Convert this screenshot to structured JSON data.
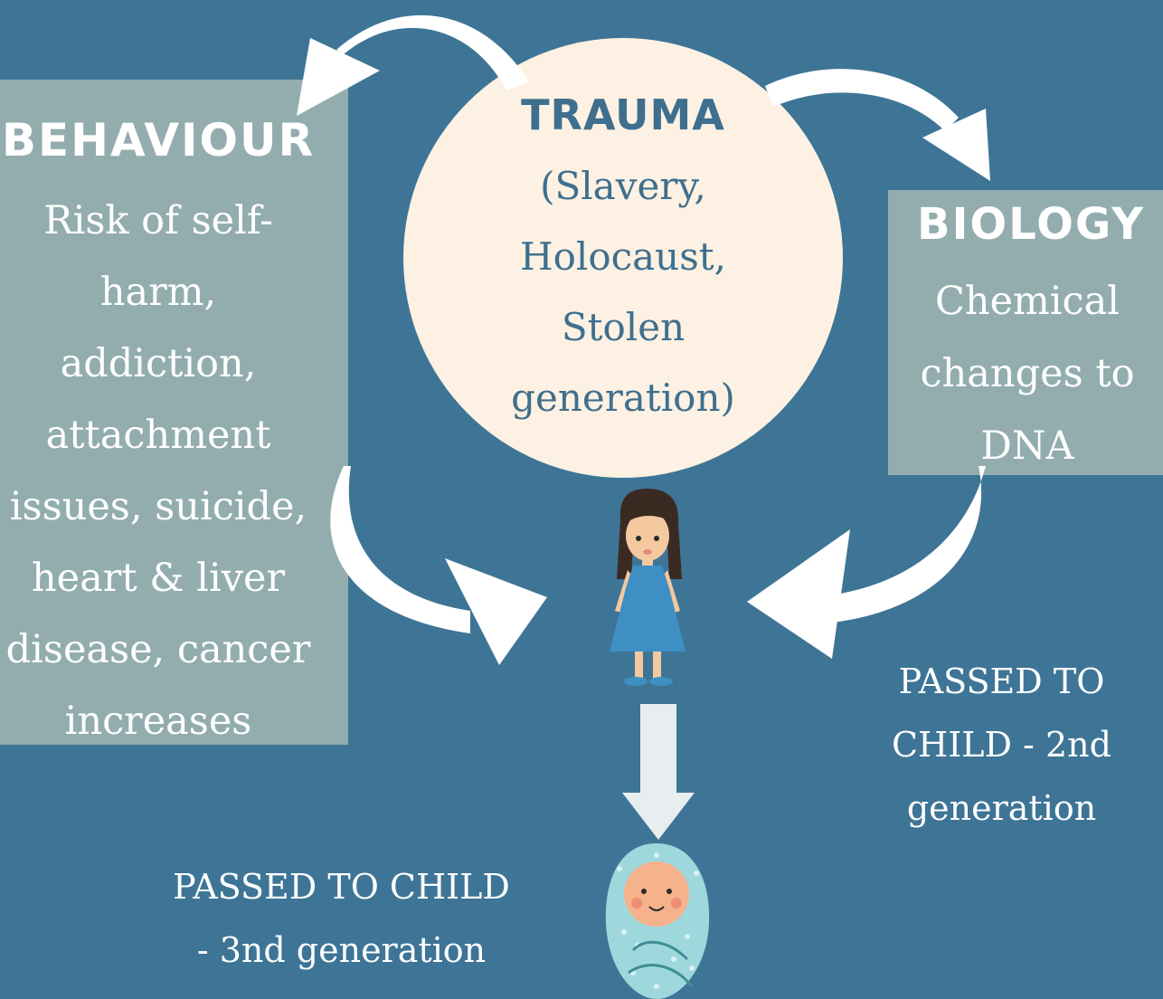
{
  "trauma": {
    "title": "TRAUMA",
    "lines": [
      "(Slavery,",
      "Holocaust,",
      "Stolen",
      "generation)"
    ]
  },
  "behaviour": {
    "title": "BEHAVIOUR",
    "lines": [
      "Risk of self-",
      "harm,",
      "addiction,",
      "attachment",
      "issues, suicide,",
      "heart & liver",
      "disease, cancer",
      "increases"
    ]
  },
  "biology": {
    "title": "BIOLOGY",
    "lines": [
      "Chemical",
      "changes to",
      "DNA"
    ]
  },
  "second_generation": {
    "lines": [
      "PASSED TO",
      "CHILD - 2nd",
      "generation"
    ]
  },
  "third_generation": {
    "lines": [
      "PASSED TO CHILD",
      "- 3nd generation"
    ]
  },
  "colors": {
    "background": "#3e7596",
    "panel": "#93adaf",
    "circle": "#fcf1e2",
    "trauma_text": "#3e6f8f",
    "arrow": "#ffffff",
    "down_arrow": "#e8edf0"
  },
  "icons": [
    "girl-illustration",
    "baby-illustration",
    "curved-arrow",
    "down-arrow"
  ]
}
